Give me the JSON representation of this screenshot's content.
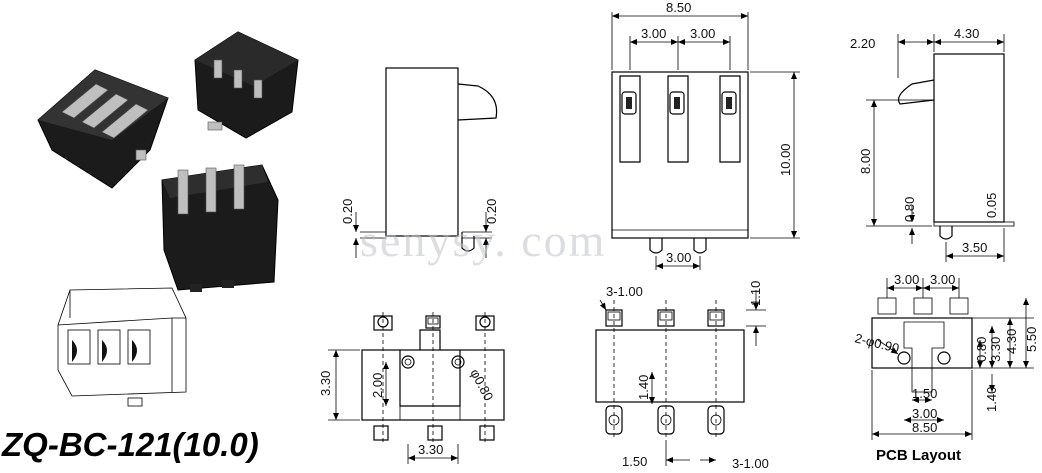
{
  "title": "ZQ-BC-121(10.0)",
  "watermark": "senysy. com",
  "pcb_label": "PCB Layout",
  "dims": {
    "side_left_a": "0.20",
    "side_left_b": "0.20",
    "front_width": "8.50",
    "front_pitch_1": "3.00",
    "front_pitch_2": "3.00",
    "front_height": "10.00",
    "front_bottom": "3.00",
    "right_offset": "2.20",
    "right_depth": "4.30",
    "right_height": "8.00",
    "right_small_a": "0.80",
    "right_small_b": "0.05",
    "right_bottom": "3.50",
    "bottom_left_h1": "3.30",
    "bottom_left_h2": "2.00",
    "bottom_left_hole": "φ0.80",
    "bottom_left_w": "3.30",
    "bottom_mid_top": "3-1.00",
    "bottom_mid_right": "1.10",
    "bottom_mid_center": "1.40",
    "bottom_mid_b1": "1.50",
    "bottom_mid_b2": "3-1.00",
    "pcb_p1": "3.00",
    "pcb_p2": "3.00",
    "pcb_hole": "2-φ0.90",
    "pcb_r1": "0.80",
    "pcb_r2": "3.30",
    "pcb_r3": "4.30",
    "pcb_r4": "5.50",
    "pcb_r5": "1.40",
    "pcb_b1": "1.50",
    "pcb_b2": "3.00",
    "pcb_b3": "8.50"
  }
}
